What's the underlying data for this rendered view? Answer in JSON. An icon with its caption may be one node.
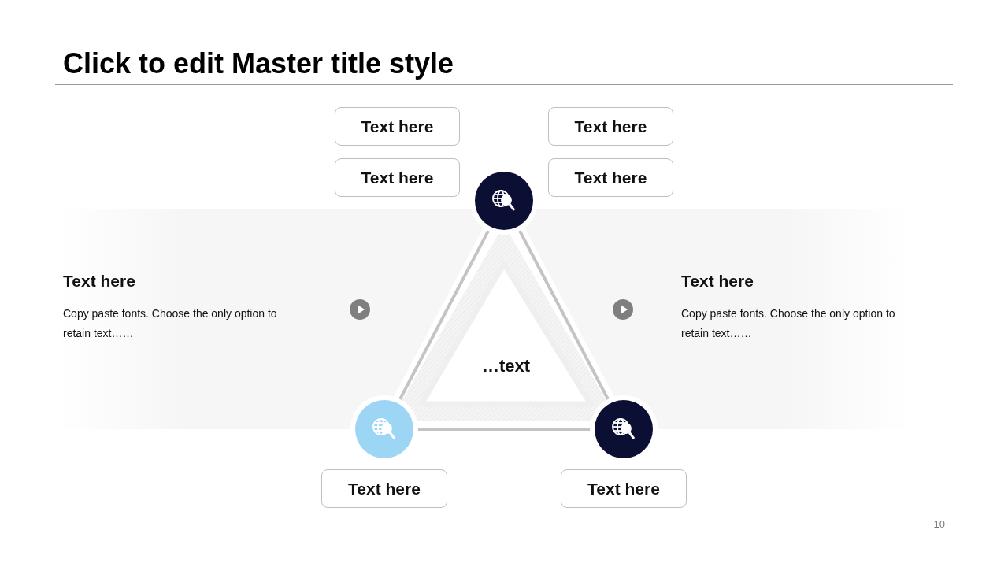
{
  "diagram": {
    "title": "Click to edit Master title style",
    "nodes": [
      {
        "text": [
          "Text here"
        ]
      },
      {
        "text": [
          "Text here"
        ]
      },
      {
        "text": [
          "Text here"
        ]
      },
      {
        "text": [
          "Text here"
        ]
      },
      {
        "text": [],
        "shape": "circle"
      },
      {
        "text": [],
        "shape": "circle"
      },
      {
        "text": [],
        "shape": "circle"
      },
      {
        "text": [
          "Text here"
        ]
      },
      {
        "text": [
          "Text here"
        ]
      },
      {
        "text": [
          "…text"
        ]
      }
    ],
    "edges": [
      {
        "from": 4,
        "to": 5,
        "arrow": "none"
      },
      {
        "from": 4,
        "to": 6,
        "arrow": "none"
      },
      {
        "from": 5,
        "to": 6,
        "arrow": "none"
      }
    ],
    "labels": [
      "Text here",
      "Copy paste fonts. Choose the only option to retain text……",
      "Text here",
      "Copy paste fonts. Choose the only option to retain text……",
      "10"
    ]
  }
}
